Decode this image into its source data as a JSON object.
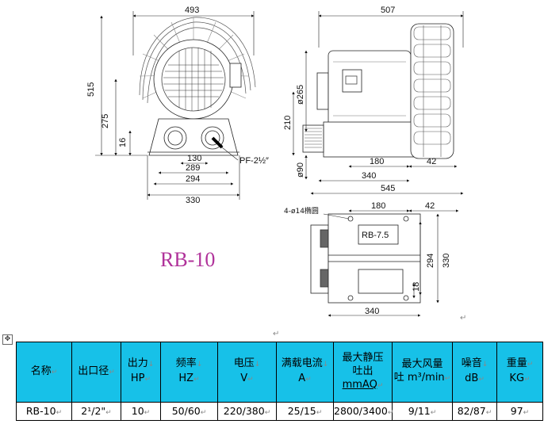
{
  "drawing": {
    "model_title": "RB-10",
    "dims": {
      "front_width": "493",
      "front_height": "515",
      "front_center_height": "275",
      "front_base": "16",
      "flange_130": "130",
      "flange_289": "289",
      "flange_294": "294",
      "flange_330": "330",
      "port_label": "PF-2½″",
      "side_length": "507",
      "side_dia": "ø265",
      "side_center": "210",
      "side_port_dia": "ø90",
      "side_180": "180",
      "side_42": "42",
      "side_340": "340",
      "side_545": "545",
      "hole_note": "4-ø14椭圆",
      "base_180": "180",
      "base_42": "42",
      "base_nameplate": "RB-7.5",
      "base_294": "294",
      "base_330": "330",
      "base_18": "18",
      "base_340": "340"
    }
  },
  "table": {
    "headers": [
      {
        "line1": "名称",
        "line2": ""
      },
      {
        "line1": "出口径",
        "line2": ""
      },
      {
        "line1": "出力",
        "line2": "HP"
      },
      {
        "line1": "频率",
        "line2": "HZ"
      },
      {
        "line1": "电压",
        "line2": "V"
      },
      {
        "line1": "满载电流",
        "line2": "A"
      },
      {
        "line1": "最大静压",
        "line2": "吐出",
        "line3": "mmAQ"
      },
      {
        "line1": "最大风量",
        "line2": "吐 m³/min"
      },
      {
        "line1": "噪音",
        "line2": "dB"
      },
      {
        "line1": "重量",
        "line2": "KG"
      }
    ],
    "row": [
      "RB-10",
      "2¹/2\"",
      "10",
      "50/60",
      "220/380",
      "25/15",
      "2800/3400",
      "9/11",
      "82/87",
      "97"
    ]
  }
}
